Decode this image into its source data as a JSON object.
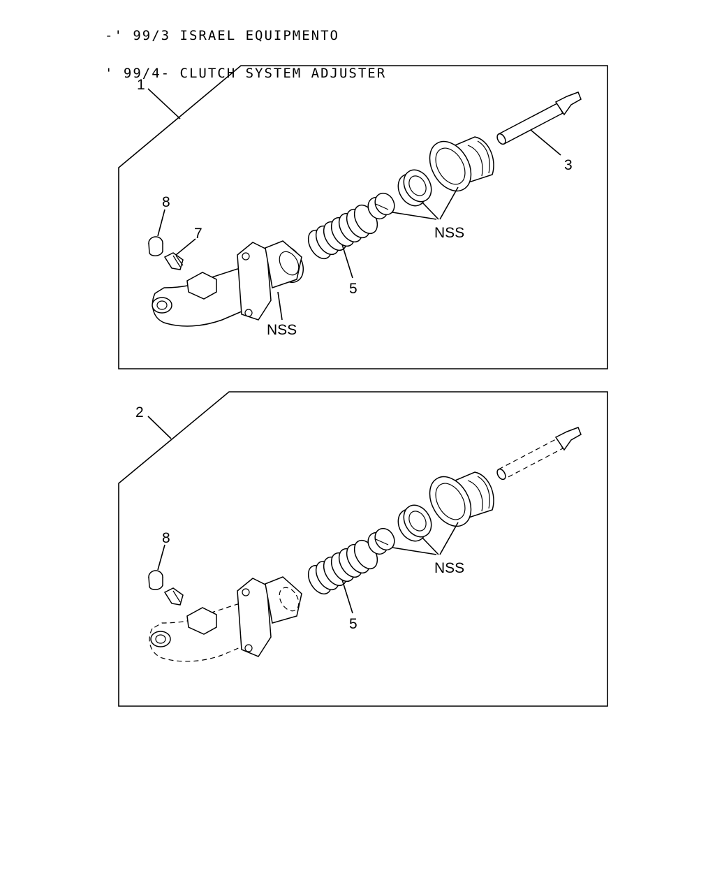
{
  "header": {
    "line1": "-' 99/3 ISRAEL EQUIPMENTO",
    "line2": "' 99/4- CLUTCH SYSTEM ADJUSTER"
  },
  "panel_top": {
    "callout": "1",
    "labels": {
      "item8": "8",
      "item7": "7",
      "item5": "5",
      "item3": "3",
      "nss_right": "NSS",
      "nss_bottom": "NSS"
    }
  },
  "panel_bottom": {
    "callout": "2",
    "labels": {
      "item8": "8",
      "item5": "5",
      "nss_right": "NSS"
    }
  }
}
